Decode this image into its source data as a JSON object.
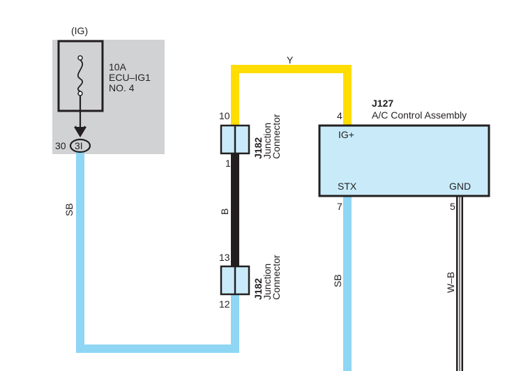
{
  "colors": {
    "wire_sb": "#8fd6f4",
    "wire_y": "#ffdd00",
    "wire_b": "#231f20",
    "wire_wb": "#231f20",
    "relay_box_bg": "#d1d2d4",
    "component_fill": "#c9ebf9",
    "outline": "#231f20"
  },
  "fuse_block": {
    "power_source": "(IG)",
    "rating": "10A",
    "name": "ECU–IG1",
    "number": "NO. 4",
    "connector_pin": "30",
    "connector_id": "3I",
    "icon": "fuse-icon"
  },
  "junction_connector_top": {
    "id": "J182",
    "name_line1": "Junction",
    "name_line2": "Connector",
    "pin_top": "10",
    "pin_bottom": "1"
  },
  "junction_connector_bottom": {
    "id": "J182",
    "name_line1": "Junction",
    "name_line2": "Connector",
    "pin_top": "13",
    "pin_bottom": "12"
  },
  "ac_control": {
    "id": "J127",
    "name": "A/C Control Assembly",
    "terminal_ig": "IG+",
    "terminal_stx": "STX",
    "terminal_gnd": "GND",
    "pin_ig": "4",
    "pin_stx": "7",
    "pin_gnd": "5"
  },
  "wires": {
    "sb_left": "SB",
    "y_top": "Y",
    "b_mid": "B",
    "sb_right": "SB",
    "wb_right": "W–B"
  }
}
